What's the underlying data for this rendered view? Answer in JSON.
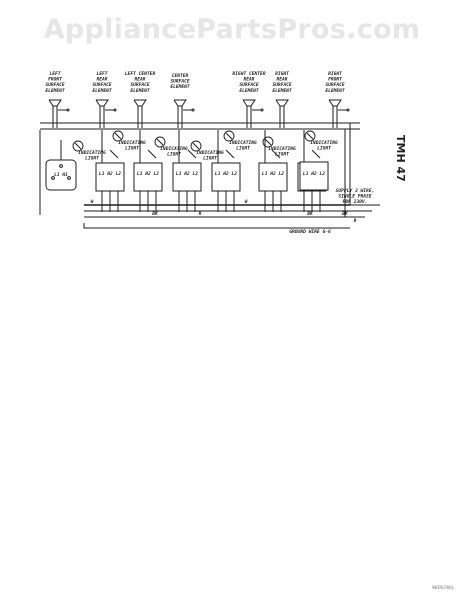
{
  "watermark": "AppliancePartsPros.com",
  "side_code": "TMH 47",
  "elements": [
    {
      "label": [
        "LEFT",
        "FRONT",
        "SURFACE",
        "ELEMENT"
      ]
    },
    {
      "label": [
        "LEFT",
        "REAR",
        "SURFACE",
        "ELEMENT"
      ]
    },
    {
      "label": [
        "LEFT CENTER",
        "REAR",
        "SURFACE",
        "ELEMENT"
      ]
    },
    {
      "label": [
        "CENTER",
        "SURFACE",
        "ELEMENT"
      ]
    },
    {
      "label": [
        "RIGHT CENTER",
        "REAR",
        "SURFACE",
        "ELEMENT"
      ]
    },
    {
      "label": [
        "RIGHT",
        "REAR",
        "SURFACE",
        "ELEMENT"
      ]
    },
    {
      "label": [
        "RIGHT",
        "FRONT",
        "SURFACE",
        "ELEMENT"
      ]
    }
  ],
  "indicators": [
    {
      "label": [
        "INDICATING",
        "LIGHT"
      ]
    },
    {
      "label": [
        "INDICATING",
        "LIGHT"
      ]
    },
    {
      "label": [
        "INDICATING",
        "LIGHT"
      ]
    },
    {
      "label": [
        "INDICATING",
        "LIGHT"
      ]
    },
    {
      "label": [
        "INDICATING",
        "LIGHT"
      ]
    },
    {
      "label": [
        "INDICATING",
        "LIGHT"
      ]
    },
    {
      "label": [
        "INDICATING",
        "LIGHT"
      ]
    }
  ],
  "terminal_labels": [
    "L1",
    "H2",
    "L2"
  ],
  "wire_labels": {
    "bk": "BK",
    "r": "R",
    "w": "W",
    "ground": "GROUND WIRE",
    "ground_code": "G-G"
  },
  "supply_label": [
    "SUPPLY 3 WIRE,",
    "SINGLE PHASE",
    "FOR 230V."
  ],
  "footer": {
    "left": "",
    "right": "WHIRLPOOL"
  }
}
